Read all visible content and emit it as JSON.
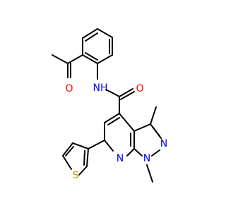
{
  "molecule": {
    "atom_labels": {
      "oxygen_ketone": "O",
      "oxygen_amide": "O",
      "amide_nh": "NH",
      "pyridine_n": "N",
      "pyrazole_n1": "N",
      "pyrazole_n2": "N",
      "thiophene_s": "S"
    }
  },
  "colors": {
    "bond": "#000000",
    "oxygen": "#ff0000",
    "nitrogen": "#0000ff",
    "sulfur": "#b8a000",
    "background": "#ffffff"
  }
}
